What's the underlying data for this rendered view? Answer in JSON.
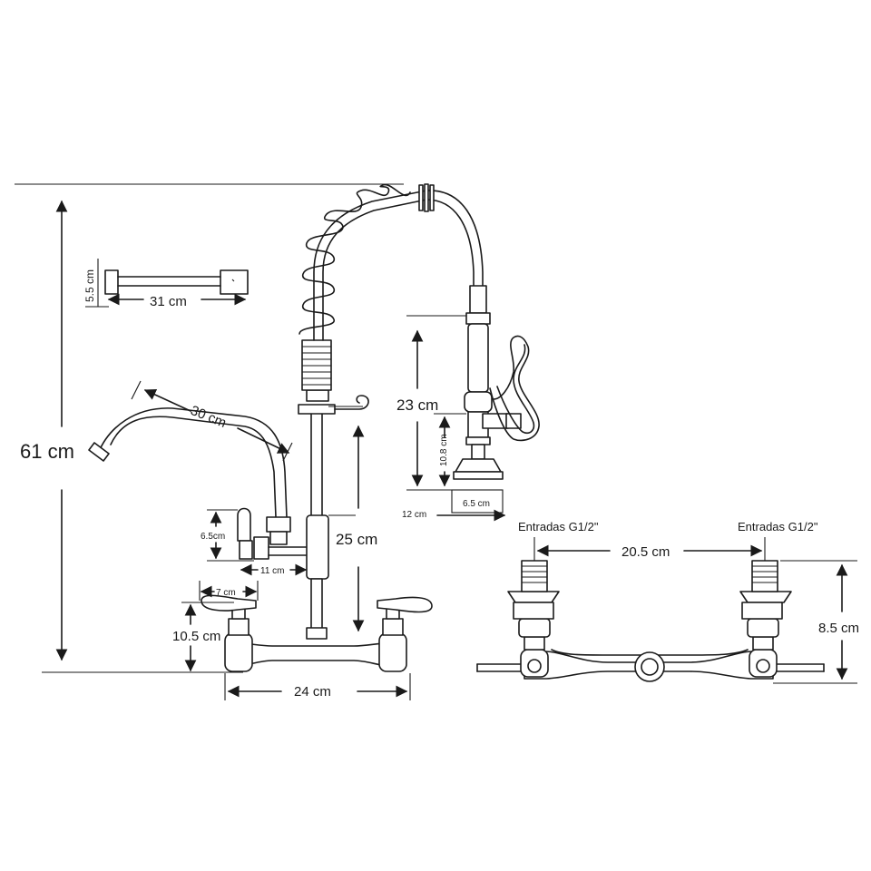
{
  "labels": {
    "overall_height": "61 cm",
    "bracket_height": "5.5 cm",
    "bracket_length": "31 cm",
    "spout_length": "30 cm",
    "pull_down_height": "23 cm",
    "head_height": "10.8 cm",
    "head_width": "6.5 cm",
    "reach": "12 cm",
    "column_height": "25 cm",
    "side_valve_height": "6.5cm",
    "side_valve_offset": "11 cm",
    "handle_width": "7 cm",
    "base_height": "10.5 cm",
    "base_width": "24 cm",
    "inlet_left": "Entradas G1/2\"",
    "inlet_right": "Entradas G1/2\"",
    "inlet_spacing": "20.5 cm",
    "inlet_height": "8.5 cm"
  }
}
